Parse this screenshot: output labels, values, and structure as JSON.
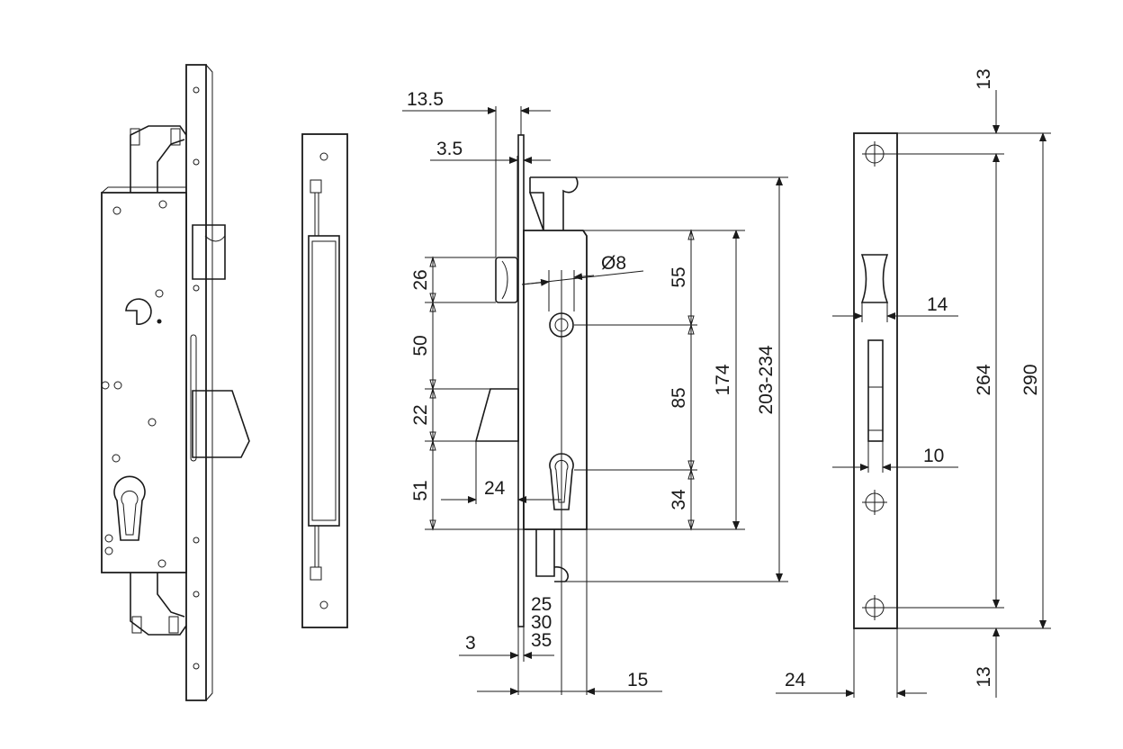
{
  "drawing": {
    "dimensions": {
      "d_13_5": "13.5",
      "d_3_5": "3.5",
      "d_26": "26",
      "d_50": "50",
      "d_22": "22",
      "d_51": "51",
      "d_24_bolt": "24",
      "d_diam8": "Ø8",
      "d_55": "55",
      "d_85": "85",
      "d_34": "34",
      "d_174": "174",
      "d_203_234": "203-234",
      "d_25": "25",
      "d_30": "30",
      "d_35": "35",
      "d_3": "3",
      "d_15": "15",
      "d_14": "14",
      "d_10": "10",
      "d_264": "264",
      "d_290": "290",
      "d_13_top": "13",
      "d_13_bottom": "13",
      "d_24_plate": "24"
    }
  }
}
